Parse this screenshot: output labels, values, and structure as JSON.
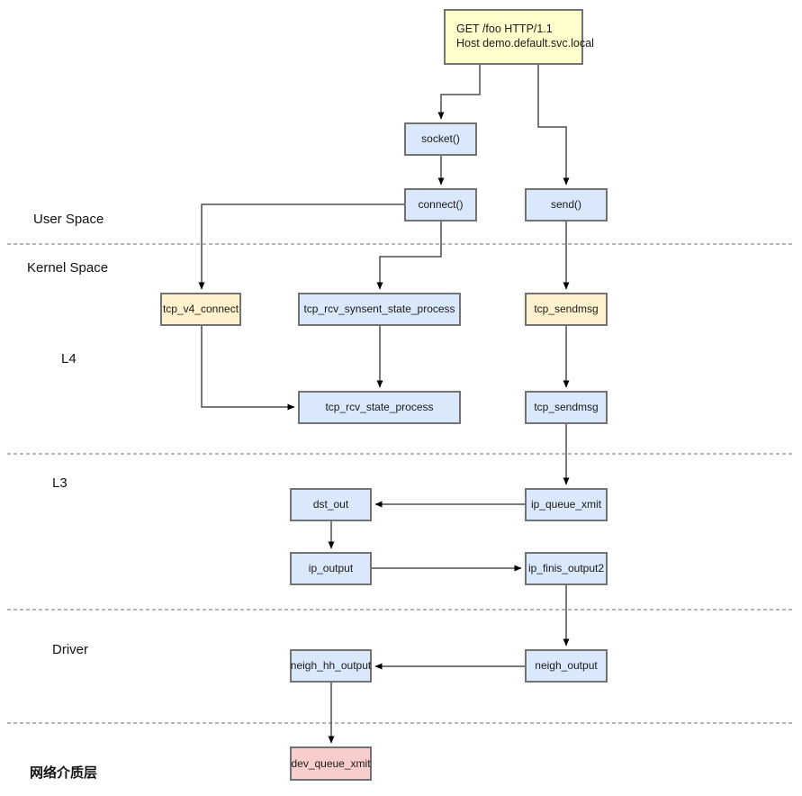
{
  "request_box": {
    "line1": "GET /foo HTTP/1.1",
    "line2": "Host demo.default.svc.local"
  },
  "layers": [
    {
      "label": "User Space"
    },
    {
      "label": "Kernel Space"
    },
    {
      "label": "L4"
    },
    {
      "label": "L3"
    },
    {
      "label": "Driver"
    },
    {
      "label": "网络介质层"
    }
  ],
  "nodes": {
    "socket": "socket()",
    "connect": "connect()",
    "send": "send()",
    "tcp_v4_connect": "tcp_v4_connect",
    "tcp_rcv_synsent_state_process": "tcp_rcv_synsent_state_process",
    "tcp_sendmsg_top": "tcp_sendmsg",
    "tcp_rcv_state_process": "tcp_rcv_state_process",
    "tcp_sendmsg_bottom": "tcp_sendmsg",
    "dst_out": "dst_out",
    "ip_queue_xmit": "ip_queue_xmit",
    "ip_output": "ip_output",
    "ip_finis_output2": "ip_finis_output2",
    "neigh_hh_output": "neigh_hh_output",
    "neigh_output": "neigh_output",
    "dev_queue_xmit": "dev_queue_xmit"
  },
  "edges": [
    {
      "from": "http-request",
      "to": "socket()"
    },
    {
      "from": "http-request",
      "to": "send()"
    },
    {
      "from": "socket()",
      "to": "connect()"
    },
    {
      "from": "connect()",
      "to": "tcp_v4_connect"
    },
    {
      "from": "connect()",
      "to": "tcp_rcv_synsent_state_process"
    },
    {
      "from": "send()",
      "to": "tcp_sendmsg"
    },
    {
      "from": "tcp_rcv_synsent_state_process",
      "to": "tcp_rcv_state_process"
    },
    {
      "from": "tcp_v4_connect",
      "to": "tcp_rcv_state_process"
    },
    {
      "from": "tcp_sendmsg",
      "to": "tcp_sendmsg"
    },
    {
      "from": "tcp_sendmsg",
      "to": "ip_queue_xmit"
    },
    {
      "from": "ip_queue_xmit",
      "to": "dst_out"
    },
    {
      "from": "dst_out",
      "to": "ip_output"
    },
    {
      "from": "ip_output",
      "to": "ip_finis_output2"
    },
    {
      "from": "ip_finis_output2",
      "to": "neigh_output"
    },
    {
      "from": "neigh_output",
      "to": "neigh_hh_output"
    },
    {
      "from": "neigh_hh_output",
      "to": "dev_queue_xmit"
    }
  ],
  "colors": {
    "blue": "#dae8fc",
    "cream": "#fff2cc",
    "yellow": "#ffffcc",
    "pink": "#f8cecc",
    "border": "#737373",
    "wire": "#4d4d4d",
    "divider": "#8c8c8c"
  }
}
